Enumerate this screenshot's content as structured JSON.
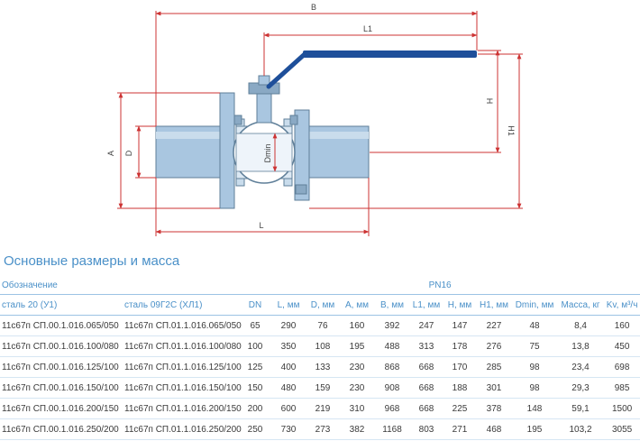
{
  "drawing": {
    "labels": {
      "B": "B",
      "L1": "L1",
      "H": "H",
      "H1": "H1",
      "A": "A",
      "D": "D",
      "Dmin": "Dmin",
      "L": "L"
    },
    "colors": {
      "dimension": "#cc3333",
      "body": "#a9c6e0",
      "outline": "#5f7f99",
      "handle": "#1e4f9a",
      "fill_light": "#dbe8f3"
    }
  },
  "section_title": "Основные размеры и масса",
  "table": {
    "header_designation": "Обозначение",
    "header_pn": "PN16",
    "sub_headers": [
      "сталь 20 (У1)",
      "сталь 09Г2С (ХЛ1)",
      "DN",
      "L, мм",
      "D, мм",
      "А, мм",
      "В, мм",
      "L1, мм",
      "H, мм",
      "H1, мм",
      "Dmin, мм",
      "Масса, кг",
      "Kv, м³/ч"
    ],
    "rows": [
      [
        "11с67п СП.00.1.016.065/050",
        "11с67п СП.01.1.016.065/050",
        "65",
        "290",
        "76",
        "160",
        "392",
        "247",
        "147",
        "227",
        "48",
        "8,4",
        "160"
      ],
      [
        "11с67п СП.00.1.016.100/080",
        "11с67п СП.01.1.016.100/080",
        "100",
        "350",
        "108",
        "195",
        "488",
        "313",
        "178",
        "276",
        "75",
        "13,8",
        "450"
      ],
      [
        "11с67п СП.00.1.016.125/100",
        "11с67п СП.01.1.016.125/100",
        "125",
        "400",
        "133",
        "230",
        "868",
        "668",
        "170",
        "285",
        "98",
        "23,4",
        "698"
      ],
      [
        "11с67п СП.00.1.016.150/100",
        "11с67п СП.01.1.016.150/100",
        "150",
        "480",
        "159",
        "230",
        "908",
        "668",
        "188",
        "301",
        "98",
        "29,3",
        "985"
      ],
      [
        "11с67п СП.00.1.016.200/150",
        "11с67п СП.01.1.016.200/150",
        "200",
        "600",
        "219",
        "310",
        "968",
        "668",
        "225",
        "378",
        "148",
        "59,1",
        "1500"
      ],
      [
        "11с67п СП.00.1.016.250/200",
        "11с67п СП.01.1.016.250/200",
        "250",
        "730",
        "273",
        "382",
        "1168",
        "803",
        "271",
        "468",
        "195",
        "103,2",
        "3055"
      ]
    ]
  }
}
